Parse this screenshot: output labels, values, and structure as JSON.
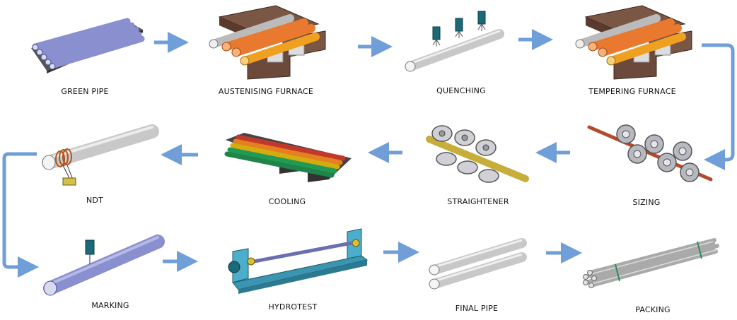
{
  "steps": [
    {
      "id": "green-pipe",
      "label": "GREEN PIPE"
    },
    {
      "id": "austenising-furnace",
      "label": "AUSTENISING FURNACE"
    },
    {
      "id": "quenching",
      "label": "QUENCHING"
    },
    {
      "id": "tempering-furnace",
      "label": "TEMPERING FURNACE"
    },
    {
      "id": "sizing",
      "label": "SIZING"
    },
    {
      "id": "straightener",
      "label": "STRAIGHTENER"
    },
    {
      "id": "cooling",
      "label": "COOLING"
    },
    {
      "id": "ndt",
      "label": "NDT"
    },
    {
      "id": "marking",
      "label": "MARKING"
    },
    {
      "id": "hydrotest",
      "label": "HYDROTEST"
    },
    {
      "id": "final-pipe",
      "label": "FINAL PIPE"
    },
    {
      "id": "packing",
      "label": "PACKING"
    }
  ],
  "colors": {
    "arrow": "#6f9ed8",
    "pipe_blue": "#8a8fd0",
    "pipe_steel": "#c8c8c8",
    "pipe_hot_orange": "#e8792f",
    "pipe_hot_yellow": "#f0a020",
    "brick": "#6b4a3c",
    "roller": "#b8b8c0",
    "rod_copper": "#b54a2a",
    "rod_gold": "#c7ad3a",
    "cool_red": "#c0392b",
    "cool_orange": "#e67e22",
    "cool_yellow": "#d4ac0d",
    "cool_green": "#229954",
    "hydro_frame": "#4aaecc",
    "head_teal": "#1a6a7a",
    "bundle_band": "#2e8b57"
  }
}
